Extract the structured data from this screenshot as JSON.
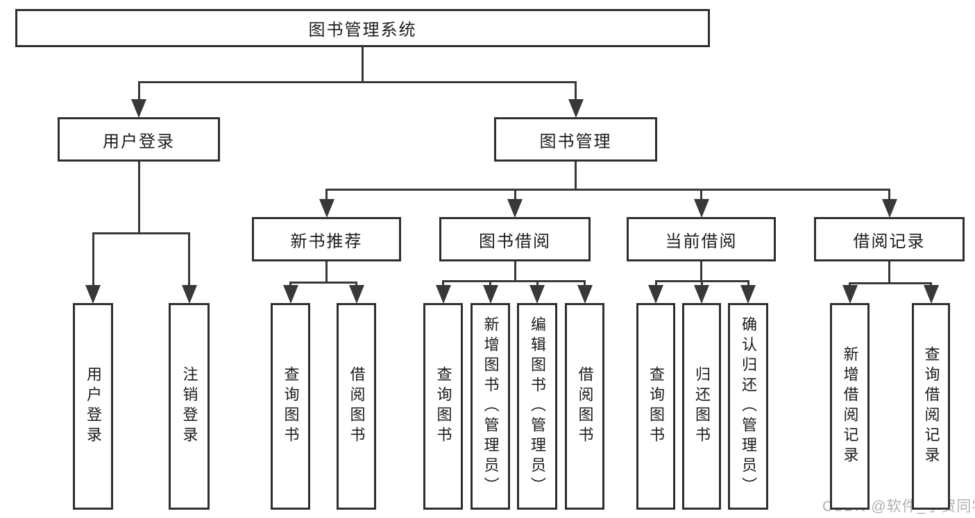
{
  "diagram": {
    "type": "tree",
    "title": "图书管理系统",
    "watermark": "CSDN @软件_小贺同学",
    "colors": {
      "line": "#383838",
      "box_border": "#2e2e2e",
      "box_background": "#ffffff",
      "text": "#1b1b1b",
      "watermark_text": "#b1b0af",
      "page_background": "#ffffff"
    },
    "nodes": [
      {
        "id": "root",
        "label": "图书管理系统",
        "parent": null,
        "orientation": "horizontal"
      },
      {
        "id": "user-login",
        "label": "用户登录",
        "parent": "root",
        "orientation": "horizontal"
      },
      {
        "id": "book-mgmt",
        "label": "图书管理",
        "parent": "root",
        "orientation": "horizontal"
      },
      {
        "id": "new-book-rec",
        "label": "新书推荐",
        "parent": "book-mgmt",
        "orientation": "horizontal"
      },
      {
        "id": "book-borrow",
        "label": "图书借阅",
        "parent": "book-mgmt",
        "orientation": "horizontal"
      },
      {
        "id": "current-borrow",
        "label": "当前借阅",
        "parent": "book-mgmt",
        "orientation": "horizontal"
      },
      {
        "id": "borrow-records",
        "label": "借阅记录",
        "parent": "book-mgmt",
        "orientation": "horizontal"
      },
      {
        "id": "leaf-user-login",
        "label": "用户登录",
        "parent": "user-login",
        "orientation": "vertical"
      },
      {
        "id": "leaf-logout",
        "label": "注销登录",
        "parent": "user-login",
        "orientation": "vertical"
      },
      {
        "id": "leaf-rec-query",
        "label": "查询图书",
        "parent": "new-book-rec",
        "orientation": "vertical"
      },
      {
        "id": "leaf-rec-borrow",
        "label": "借阅图书",
        "parent": "new-book-rec",
        "orientation": "vertical"
      },
      {
        "id": "leaf-bb-query",
        "label": "查询图书",
        "parent": "book-borrow",
        "orientation": "vertical"
      },
      {
        "id": "leaf-bb-add",
        "label": "新增图书（管理员）",
        "parent": "book-borrow",
        "orientation": "vertical"
      },
      {
        "id": "leaf-bb-edit",
        "label": "编辑图书（管理员）",
        "parent": "book-borrow",
        "orientation": "vertical"
      },
      {
        "id": "leaf-bb-borrow",
        "label": "借阅图书",
        "parent": "book-borrow",
        "orientation": "vertical"
      },
      {
        "id": "leaf-cb-query",
        "label": "查询图书",
        "parent": "current-borrow",
        "orientation": "vertical"
      },
      {
        "id": "leaf-cb-return",
        "label": "归还图书",
        "parent": "current-borrow",
        "orientation": "vertical"
      },
      {
        "id": "leaf-cb-confirm",
        "label": "确认归还（管理员）",
        "parent": "current-borrow",
        "orientation": "vertical"
      },
      {
        "id": "leaf-br-add",
        "label": "新增借阅记录",
        "parent": "borrow-records",
        "orientation": "vertical"
      },
      {
        "id": "leaf-br-query",
        "label": "查询借阅记录",
        "parent": "borrow-records",
        "orientation": "vertical"
      }
    ]
  }
}
